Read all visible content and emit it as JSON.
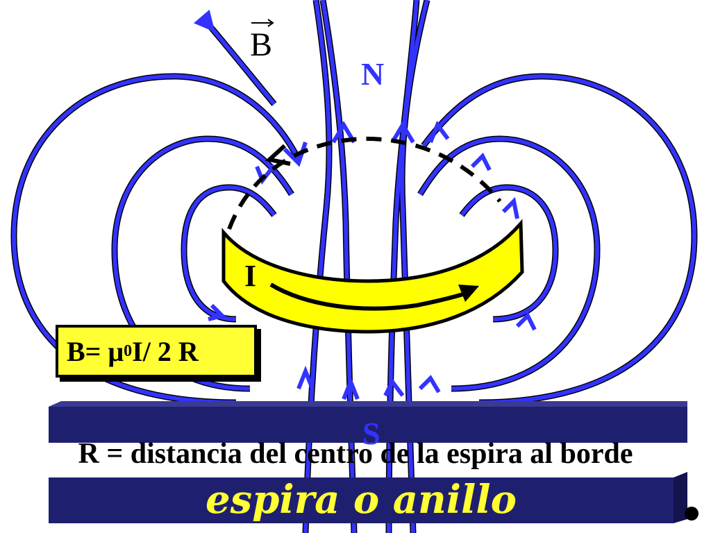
{
  "labels": {
    "vector_b": "B",
    "north": "N",
    "south": "S",
    "current": "I"
  },
  "formula": {
    "prefix": "B= ",
    "mu": "μ",
    "mu_sub": "0",
    "rest": " I/ 2 R"
  },
  "caption": "R = distancia del centro de la espira al borde",
  "title": "espira o anillo",
  "colors": {
    "field_lines": "#3333ff",
    "ring": "#ffff00",
    "banner": "#1f1f70",
    "title_text": "#ffff33",
    "formula_box": "#ffff33"
  }
}
